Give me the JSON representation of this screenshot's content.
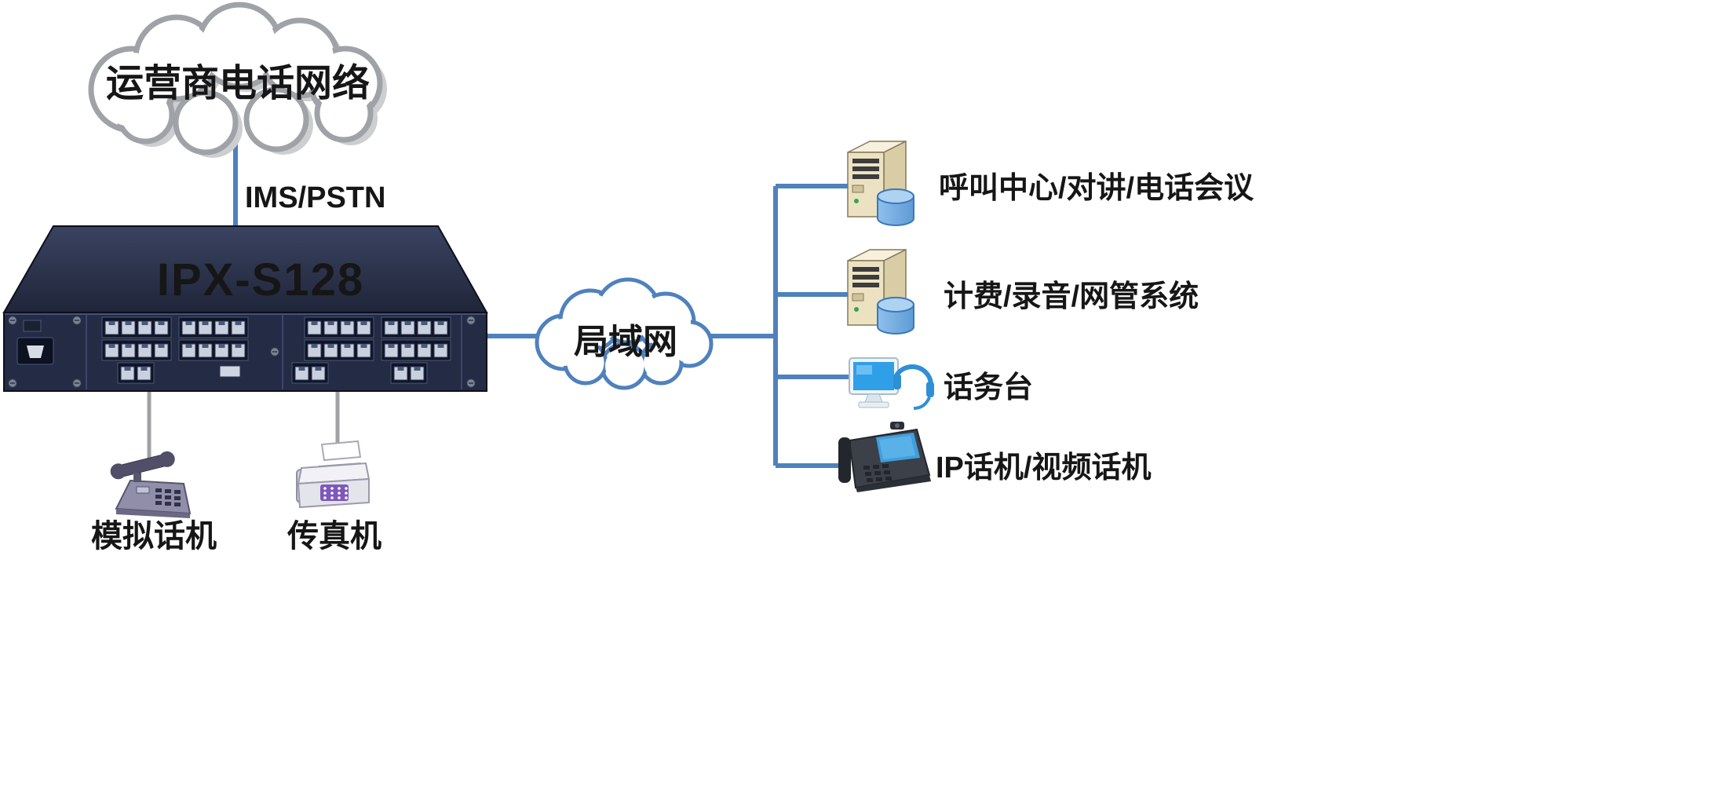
{
  "diagram": {
    "carrier_cloud_label": "运营商电话网络",
    "trunk_label": "IMS/PSTN",
    "device_name": "IPX-S128",
    "lan_cloud_label": "局域网",
    "analog_phone_label": "模拟话机",
    "fax_label": "传真机",
    "right_nodes": [
      {
        "label": "呼叫中心/对讲/电话会议"
      },
      {
        "label": "计费/录音/网管系统"
      },
      {
        "label": "话务台"
      },
      {
        "label": "IP话机/视频话机"
      }
    ],
    "colors": {
      "line_blue": "#4f81bd",
      "line_gray": "#a0a0a5",
      "device_label_green": "#58b531",
      "carrier_cloud_outline": "#9fa3a7",
      "device_body": "#242b44"
    }
  }
}
